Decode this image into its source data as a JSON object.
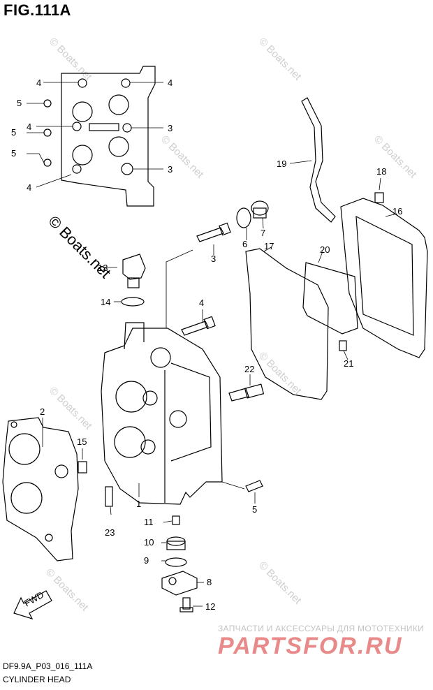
{
  "figure": {
    "title": "FIG.111A",
    "code": "DF9.9A_P03_016_111A",
    "name": "CYLINDER HEAD"
  },
  "watermarks": [
    "© Boats.net",
    "© Boats.net",
    "© Boats.net",
    "© Boats.net",
    "© Boats.net",
    "© Boats.net",
    "© Boats.net",
    "© Boats.net",
    "© Boats.net"
  ],
  "brand": {
    "tagline": "ЗАПЧАСТИ И АКСЕССУАРЫ ДЛЯ МОТОТЕХНИКИ",
    "name": "PARTSFOR.RU"
  },
  "direction_marker": "FWD",
  "callouts": {
    "c1": "1",
    "c2": "2",
    "c3a": "3",
    "c3b": "3",
    "c3c": "3",
    "c4a": "4",
    "c4b": "4",
    "c4c": "4",
    "c4d": "4",
    "c4e": "4",
    "c5a": "5",
    "c5b": "5",
    "c5c": "5",
    "c5d": "5",
    "c6": "6",
    "c7": "7",
    "c8": "8",
    "c9": "9",
    "c10": "10",
    "c11": "11",
    "c12": "12",
    "c13": "13",
    "c14": "14",
    "c15": "15",
    "c16": "16",
    "c17": "17",
    "c18": "18",
    "c19": "19",
    "c20": "20",
    "c21": "21",
    "c22": "22",
    "c23": "23"
  }
}
